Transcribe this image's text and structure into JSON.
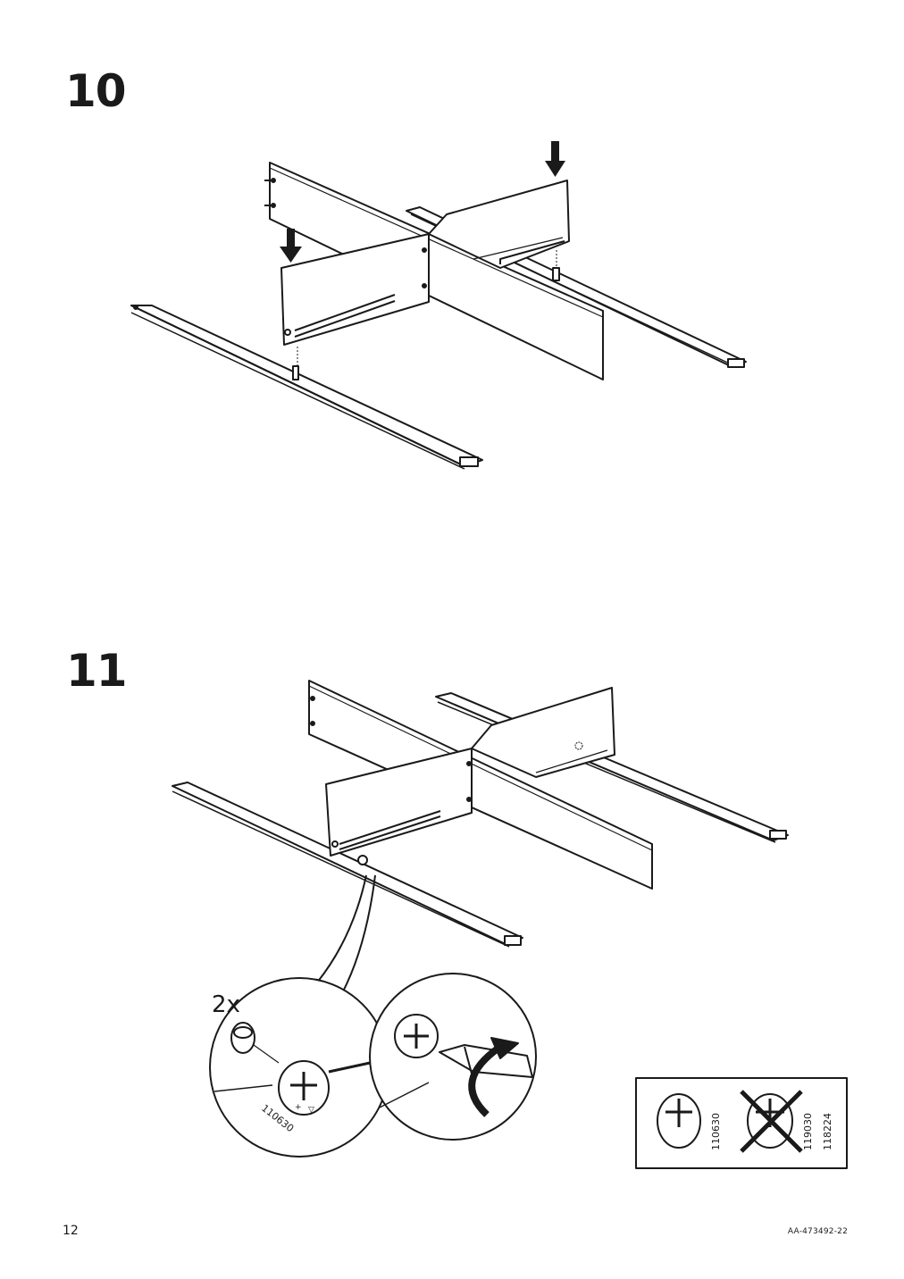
{
  "steps": [
    {
      "number": "10"
    },
    {
      "number": "11"
    }
  ],
  "detail": {
    "quantity": "2x",
    "part_number": "110630"
  },
  "hardware_box": {
    "correct_part": "110630",
    "wrong_parts": [
      "119030",
      "118224"
    ]
  },
  "footer": {
    "page_number": "12",
    "document_code": "AA-473492-22"
  },
  "icons": [
    "down-arrow-icon",
    "cam-lock-fitting-icon",
    "screwdriver-icon",
    "rotate-arrow-icon",
    "wrong-cross-icon"
  ],
  "colors": {
    "line": "#1a1a1a",
    "background": "#ffffff"
  }
}
